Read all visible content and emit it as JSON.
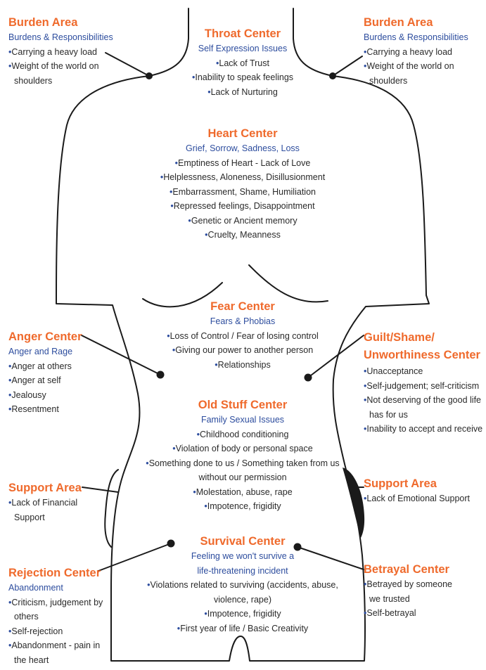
{
  "colors": {
    "title": "#ef6a2c",
    "subtitle": "#2d4d9e",
    "bullet": "#2d4d9e",
    "text": "#2a2a2a",
    "outline": "#1a1a1a"
  },
  "bullet_char": "•",
  "blocks": {
    "burden_left": {
      "title": "Burden Area",
      "subtitle": "Burdens & Responsibilities",
      "items": [
        "Carrying a heavy load",
        "Weight of the world on shoulders"
      ]
    },
    "burden_right": {
      "title": "Burden Area",
      "subtitle": "Burdens & Responsibilities",
      "items": [
        "Carrying a heavy load",
        "Weight of the world on shoulders"
      ]
    },
    "throat": {
      "title": "Throat Center",
      "subtitle": "Self Expression Issues",
      "items": [
        "Lack of Trust",
        "Inability to speak feelings",
        "Lack of Nurturing"
      ]
    },
    "heart": {
      "title": "Heart Center",
      "subtitle": "Grief, Sorrow, Sadness, Loss",
      "items": [
        "Emptiness of Heart - Lack of Love",
        "Helplessness, Aloneness, Disillusionment",
        "Embarrassment, Shame, Humiliation",
        "Repressed feelings, Disappointment",
        "Genetic or Ancient memory",
        "Cruelty, Meanness"
      ]
    },
    "fear": {
      "title": "Fear Center",
      "subtitle": "Fears & Phobias",
      "items": [
        "Loss of Control / Fear of losing control",
        "Giving our power to another person",
        "Relationships"
      ]
    },
    "anger": {
      "title": "Anger Center",
      "subtitle": "Anger and Rage",
      "items": [
        "Anger at others",
        "Anger at self",
        "Jealousy",
        "Resentment"
      ]
    },
    "guilt": {
      "title_line1": "Guilt/Shame/",
      "title_line2": "Unworthiness Center",
      "items": [
        "Unacceptance",
        "Self-judgement; self-criticism",
        "Not deserving of the good life has for us",
        "Inability to accept and receive"
      ]
    },
    "old_stuff": {
      "title": "Old Stuff Center",
      "subtitle": "Family Sexual Issues",
      "items": [
        "Childhood conditioning",
        "Violation of body or personal space",
        "Something done to us / Something taken from us without our permission",
        "Molestation, abuse, rape",
        "Impotence, frigidity"
      ]
    },
    "support_left": {
      "title": "Support Area",
      "items": [
        "Lack of Financial Support"
      ]
    },
    "support_right": {
      "title": "Support Area",
      "items": [
        "Lack of Emotional Support"
      ]
    },
    "survival": {
      "title": "Survival Center",
      "subtitle_line1": "Feeling we won't survive a",
      "subtitle_line2": "life-threatening incident",
      "items": [
        "Violations related to surviving (accidents, abuse, violence, rape)",
        "Impotence, frigidity",
        "First year of life / Basic Creativity"
      ]
    },
    "rejection": {
      "title": "Rejection Center",
      "subtitle": "Abandonment",
      "items": [
        "Criticism, judgement by others",
        "Self-rejection",
        "Abandonment - pain in the heart"
      ]
    },
    "betrayal": {
      "title": "Betrayal Center",
      "items": [
        "Betrayed by someone we trusted",
        "Self-betrayal"
      ]
    }
  }
}
